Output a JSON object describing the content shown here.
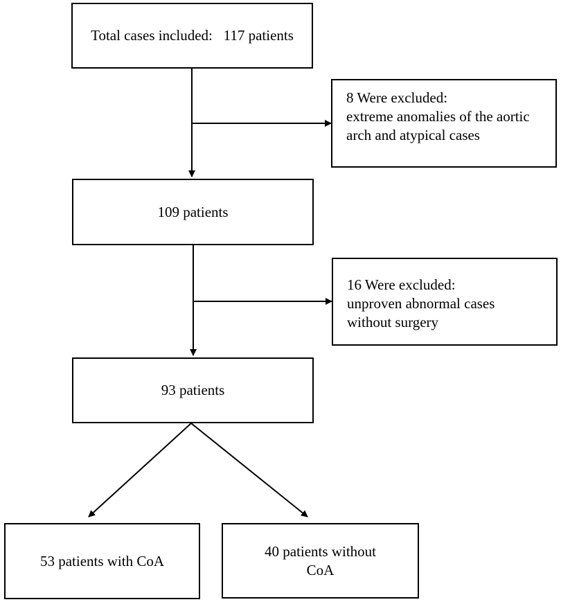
{
  "flowchart": {
    "total": "Total cases included:   117 patients",
    "exclusion_1": {
      "lines": [
        "8 Were excluded:",
        "extreme anomalies of the aortic",
        "arch and atypical cases"
      ]
    },
    "step_2": "109 patients",
    "exclusion_2": {
      "lines": [
        "16 Were excluded:",
        "unproven abnormal cases",
        "without surgery"
      ]
    },
    "step_3": "93 patients",
    "outcome_left": "53 patients with CoA",
    "outcome_right": {
      "lines": [
        "40 patients without",
        "CoA"
      ]
    }
  }
}
